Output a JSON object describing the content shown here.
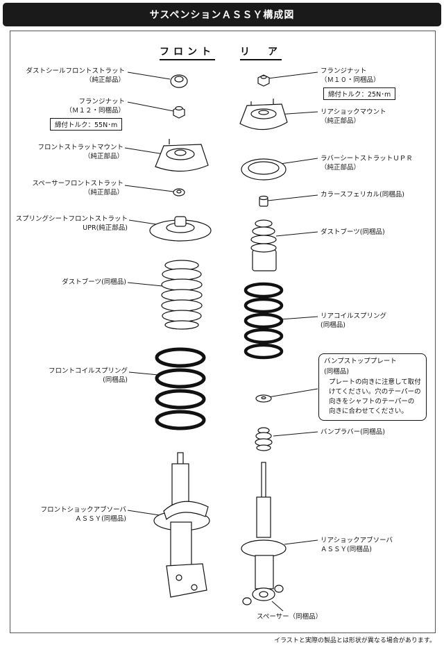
{
  "title": "サスペンションＡＳＳＹ構成図",
  "headers": {
    "front": "フロント",
    "rear": "リ　ア"
  },
  "front": [
    {
      "l1": "ダストシールフロントストラット",
      "l2": "（純正部品）"
    },
    {
      "l1": "フランジナット",
      "l2": "（Ｍ１２・同梱品）",
      "torque": "締付トルク：55N･m"
    },
    {
      "l1": "フロントストラットマウント",
      "l2": "（純正部品）"
    },
    {
      "l1": "スペーサーフロントストラット",
      "l2": "（純正部品）"
    },
    {
      "l1": "スプリングシートフロントストラット",
      "l2": "UPR(純正部品)"
    },
    {
      "l1": "ダストブーツ(同梱品)"
    },
    {
      "l1": "フロントコイルスプリング",
      "l2": "(同梱品)"
    },
    {
      "l1": "フロントショックアブソーバ",
      "l2": "ＡＳＳＹ(同梱品)"
    }
  ],
  "rear": [
    {
      "l1": "フランジナット",
      "l2": "（Ｍ１０・同梱品）",
      "torque": "締付トルク：25N･m"
    },
    {
      "l1": "リアショックマウント",
      "l2": "（純正部品）"
    },
    {
      "l1": "ラバーシートストラットＵＰＲ",
      "l2": "（純正部品）"
    },
    {
      "l1": "カラースフェリカル(同梱品)"
    },
    {
      "l1": "ダストブーツ(同梱品)"
    },
    {
      "l1": "リアコイルスプリング",
      "l2": "(同梱品)"
    },
    {
      "l1": "バンプラバー(同梱品)"
    },
    {
      "l1": "リアショックアブソーバ",
      "l2": "ＡＳＳＹ(同梱品)"
    },
    {
      "l1": "スペーサー（同梱品）"
    }
  ],
  "bump_plate": {
    "l1": "バンプストッププレート",
    "l2": "(同梱品)",
    "notes": [
      "プレートの向きに注意して取付",
      "けてください。穴のテーパーの",
      "向きをシャフトのテーパーの",
      "向きに合わせてください。"
    ]
  },
  "footer": "イラストと実際の製品とは形状が異なる場合があります。"
}
